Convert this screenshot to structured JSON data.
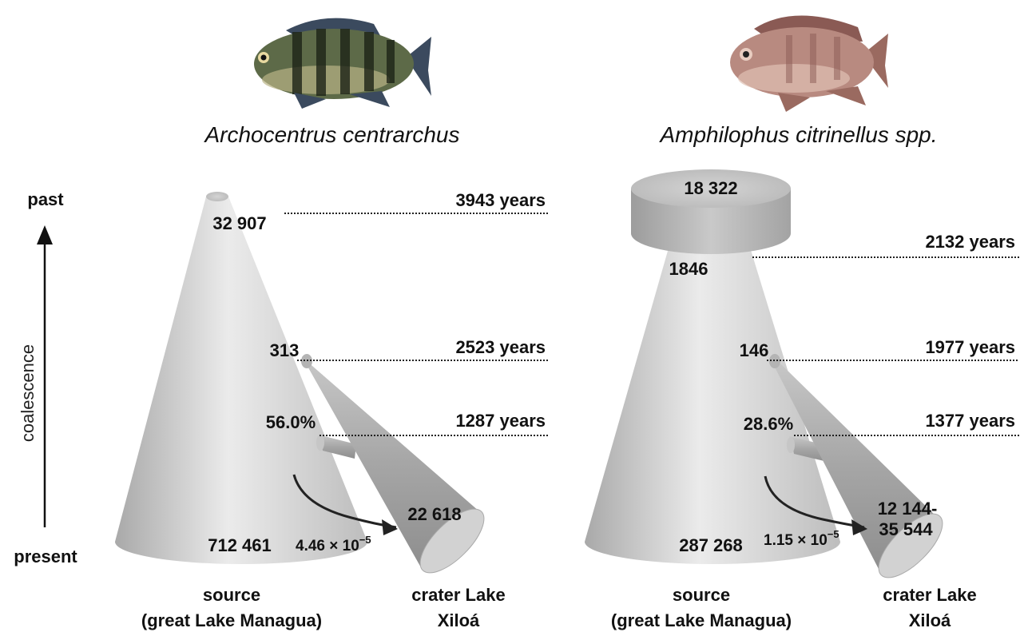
{
  "axis": {
    "top_label": "past",
    "bottom_label": "present",
    "side_label": "coalescence"
  },
  "panels": [
    {
      "species": "Archocentrus centrarchus",
      "fish_colors": {
        "body": "#5d6a48",
        "belly": "#b9b486",
        "stripe": "#1d2317",
        "fin": "#3b4a5e"
      },
      "ancestral_size": "32 907",
      "time_top": "3943 years",
      "founder_size": "313",
      "time_split": "2523 years",
      "migration_pct": "56.0%",
      "time_migration": "1287 years",
      "source_size": "712 461",
      "migration_rate_coef": "4.46 × 10",
      "migration_rate_exp": "−5",
      "crater_size_line1": "22 618",
      "crater_size_line2": "",
      "source_label_line1": "source",
      "source_label_line2": "(great Lake Managua)",
      "crater_label_line1": "crater Lake",
      "crater_label_line2": "Xiloá"
    },
    {
      "species": "Amphilophus citrinellus spp.",
      "fish_colors": {
        "body": "#b88a80",
        "belly": "#e0c0b4",
        "stripe": "#8a5a54",
        "fin": "#9a6a60"
      },
      "ancestral_size": "18 322",
      "time_top": "2132 years",
      "founder_size": "146",
      "time_split": "1977 years",
      "migration_pct": "28.6%",
      "time_migration": "1377 years",
      "source_size": "287 268",
      "migration_rate_coef": "1.15 × 10",
      "migration_rate_exp": "−5",
      "neck_size": "1846",
      "crater_size_line1": "12 144-",
      "crater_size_line2": "35 544",
      "source_label_line1": "source",
      "source_label_line2": "(great Lake Managua)",
      "crater_label_line1": "crater Lake",
      "crater_label_line2": "Xiloá"
    }
  ]
}
